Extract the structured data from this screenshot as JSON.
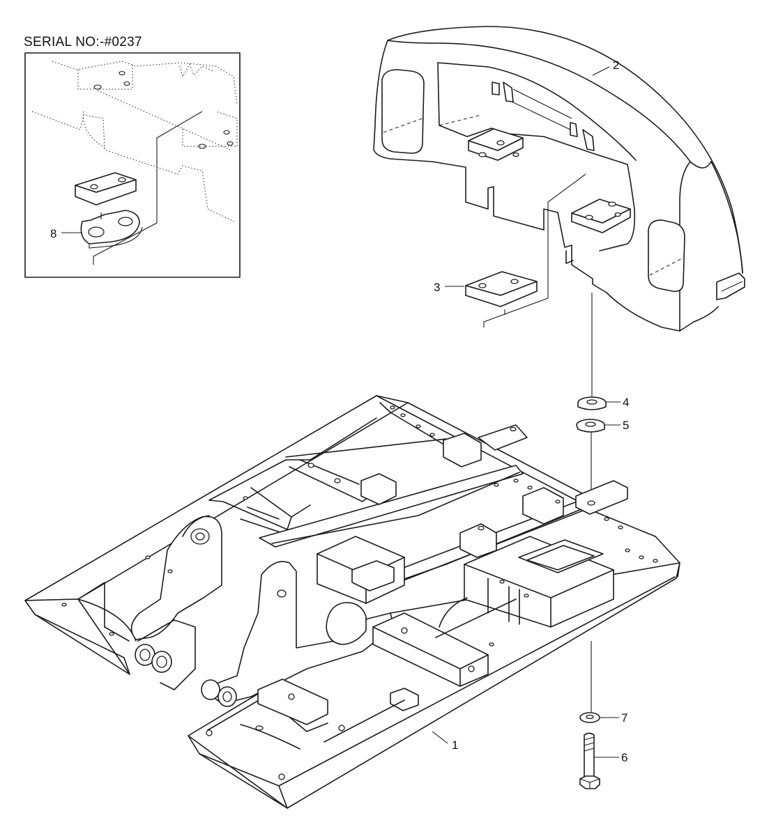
{
  "inset": {
    "serial_label": "SERIAL NO:-#0237"
  },
  "callouts": [
    {
      "id": "1",
      "label": "1"
    },
    {
      "id": "2",
      "label": "2"
    },
    {
      "id": "3",
      "label": "3"
    },
    {
      "id": "4",
      "label": "4"
    },
    {
      "id": "5",
      "label": "5"
    },
    {
      "id": "6",
      "label": "6"
    },
    {
      "id": "7",
      "label": "7"
    },
    {
      "id": "8",
      "label": "8"
    }
  ]
}
